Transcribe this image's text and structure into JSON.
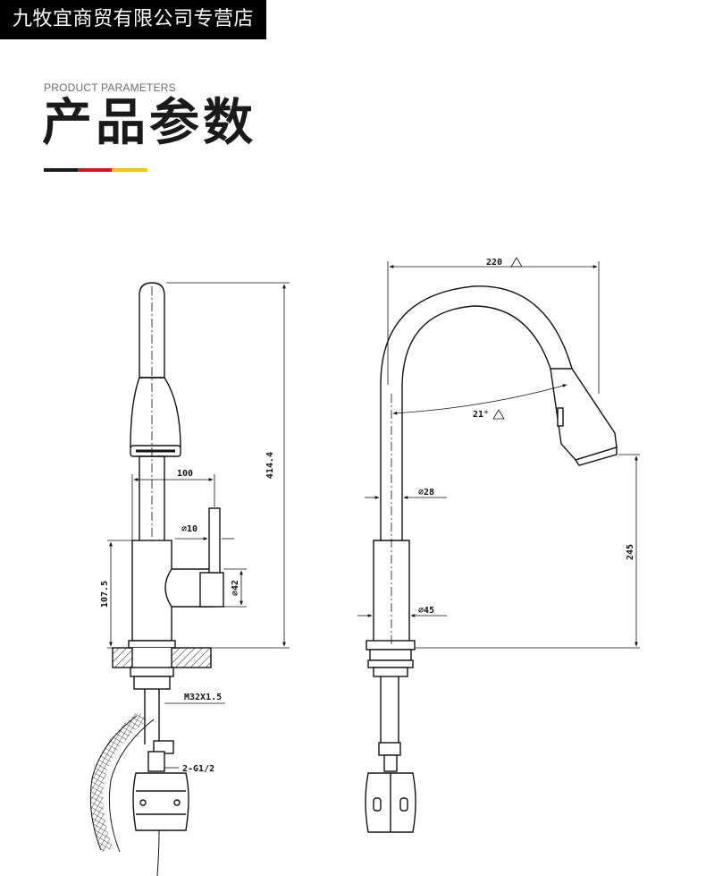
{
  "header": {
    "shop_name": "九牧宜商贸有限公司专营店",
    "subtitle": "PRODUCT PARAMETERS",
    "title": "产品参数"
  },
  "colors": {
    "accent_black": "#1a1a1a",
    "accent_red": "#d4141c",
    "accent_yellow": "#f5c400",
    "line": "#111111"
  },
  "front_view": {
    "dim_height": "414.4",
    "dim_spout": "100",
    "dim_handle": "⌀10",
    "dim_body": "⌀42",
    "dim_base": "107.5",
    "thread": "M32X1.5",
    "inlet": "2-G1/2"
  },
  "side_view": {
    "dim_reach": "220",
    "dim_angle": "21°",
    "dim_upper_tube": "⌀28",
    "dim_lower_tube": "⌀45",
    "dim_outlet_height": "245"
  }
}
